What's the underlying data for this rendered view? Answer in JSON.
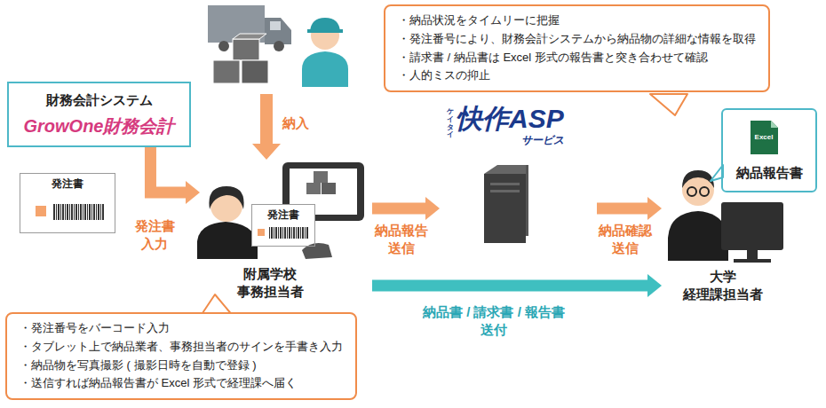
{
  "diagram": {
    "nodes": [
      {
        "text": [
          "・納品状況をタイムリーに把握",
          "・発注番号により、財務会計システムから納品物の詳細な情報を取得",
          "・請求書 / 納品書は Excel 形式の報告書と突き合わせて確認",
          "・人的ミスの抑止"
        ]
      },
      {
        "text": [
          "財務会計システム",
          "GrowOne財務会計"
        ]
      },
      {
        "text": [
          "発注書"
        ]
      },
      {
        "text": [
          "附属学校 事務担当者"
        ]
      },
      {
        "text": [
          "発注書"
        ]
      },
      {
        "text": [
          "ケイタイ",
          "快作ASP",
          "サービス"
        ]
      },
      {
        "text": [
          "納品報告書"
        ]
      },
      {
        "text": [
          "大学 経理課担当者"
        ]
      },
      {
        "text": [
          "・発注番号をバーコード入力",
          "・タブレット上で納品業者、事務担当者のサインを手書き入力",
          "・納品物を写真撮影 ( 撮影日時を自動で登録 )",
          "・送信すれば納品報告書が Excel 形式で経理課へ届く"
        ]
      }
    ],
    "edges": [
      {
        "from": 1,
        "to": 3,
        "arrow": "to",
        "label": "発注書 入力"
      },
      {
        "from": 3,
        "to": 5,
        "arrow": "to",
        "label": "納品報告 送信"
      },
      {
        "from": 5,
        "to": 7,
        "arrow": "to",
        "label": "納品確認 送信"
      },
      {
        "from": 3,
        "to": 7,
        "arrow": "to",
        "label": "納品書 / 請求書 / 報告書 送付"
      }
    ],
    "labels": [
      "納入",
      "Excel"
    ]
  }
}
